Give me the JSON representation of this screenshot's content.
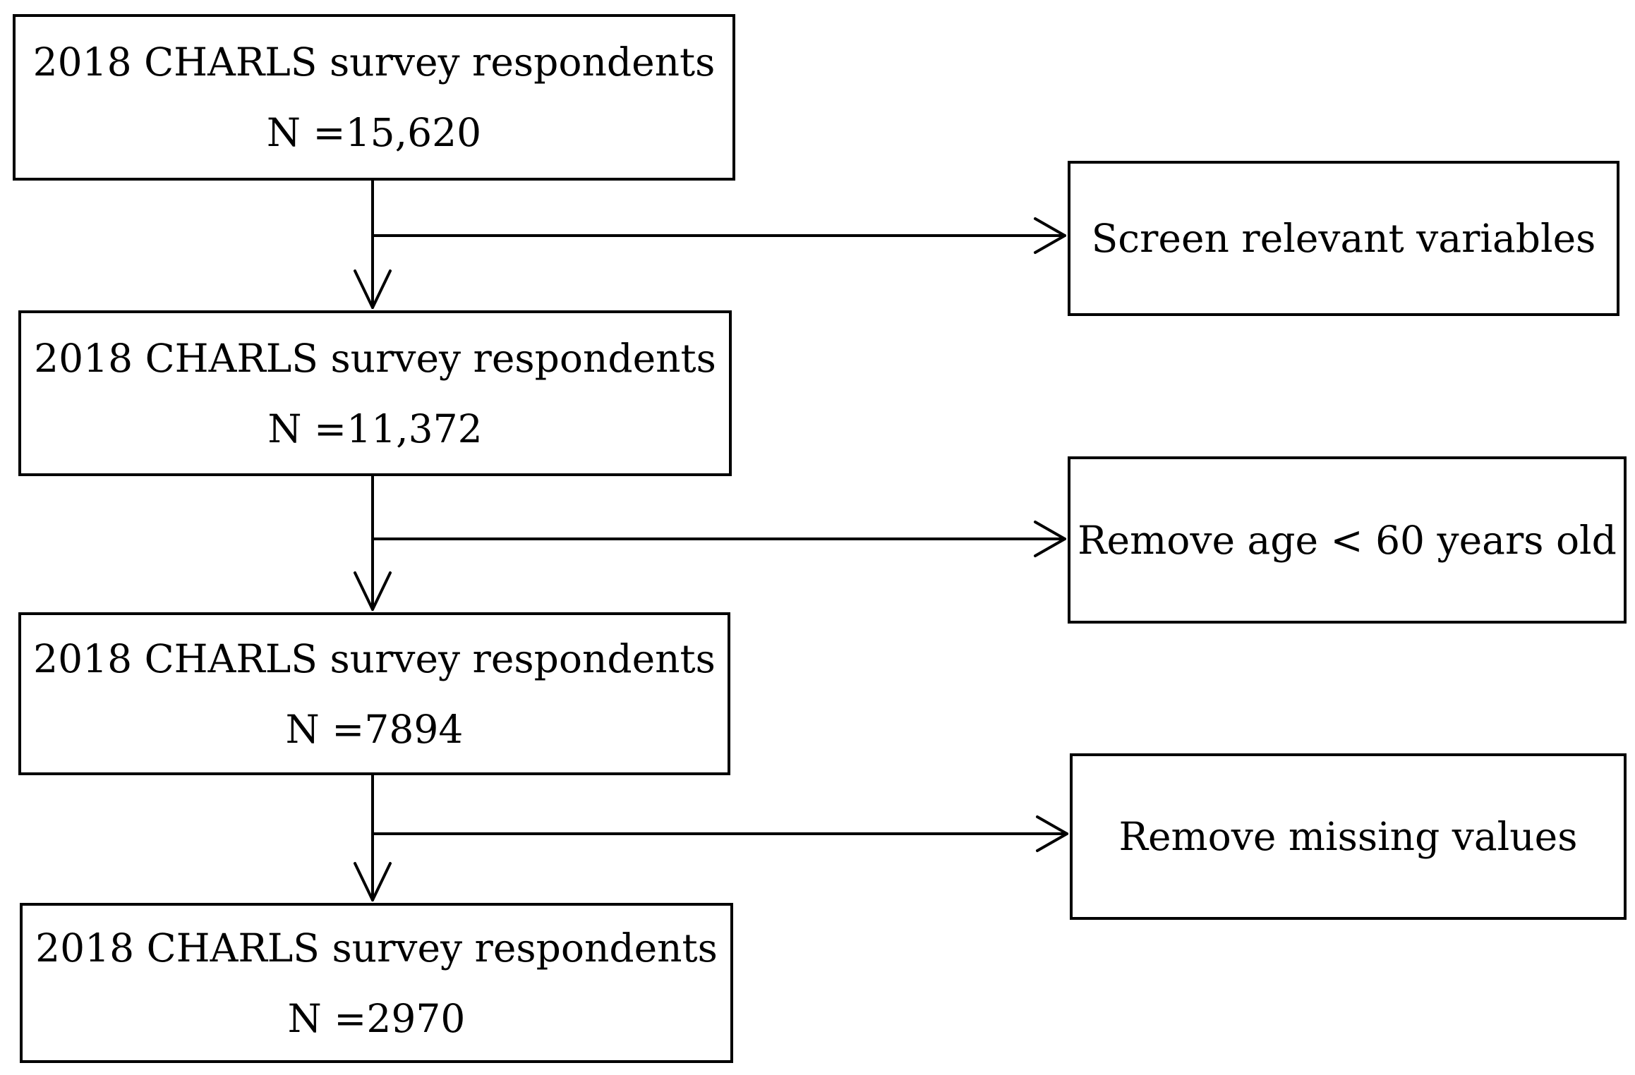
{
  "diagram": {
    "steps": [
      {
        "title": "2018 CHARLS survey respondents",
        "count": "N =15,620"
      },
      {
        "title": "2018 CHARLS survey respondents",
        "count": "N =11,372"
      },
      {
        "title": "2018 CHARLS survey respondents",
        "count": "N =7894"
      },
      {
        "title": "2018 CHARLS survey respondents",
        "count": "N =2970"
      }
    ],
    "exclusions": [
      {
        "label": "Screen relevant variables"
      },
      {
        "label": "Remove age < 60 years old"
      },
      {
        "label": "Remove missing values"
      }
    ],
    "colors": {
      "stroke": "#000000",
      "background": "#ffffff"
    }
  }
}
